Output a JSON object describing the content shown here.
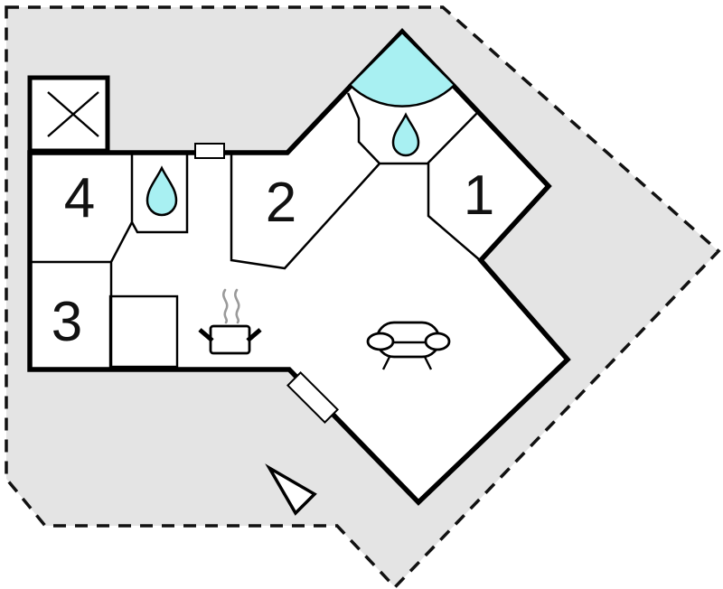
{
  "plan": {
    "type": "vacation-house-floor-plan",
    "rooms": [
      {
        "id": "room-1",
        "label": "1"
      },
      {
        "id": "room-2",
        "label": "2"
      },
      {
        "id": "room-3",
        "label": "3"
      },
      {
        "id": "room-4",
        "label": "4"
      }
    ],
    "icons": [
      "cross-box-outbuilding",
      "corner-shower",
      "water-drop-bath",
      "water-drop-corner-bath",
      "entry-door",
      "terrace-door",
      "stove-pot",
      "steam",
      "sofa",
      "north-arrow"
    ],
    "colors": {
      "water": "#a8f0f2",
      "lot": "#e4e4e4",
      "wall": "#000000",
      "steam": "#9a9a9a",
      "room_fill": "#ffffff"
    }
  }
}
